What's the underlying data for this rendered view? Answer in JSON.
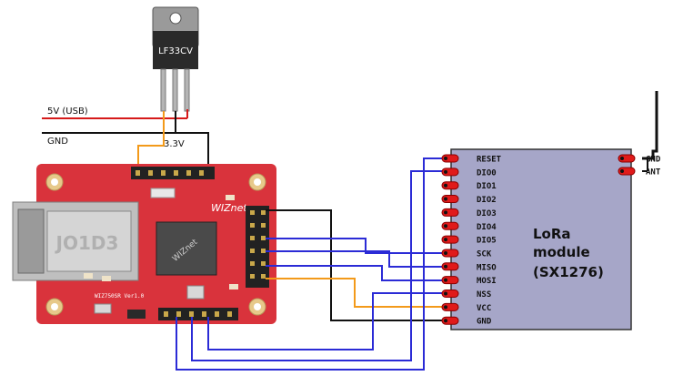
{
  "regulator": {
    "part": "LF33CV"
  },
  "power": {
    "usb_label": "5V (USB)",
    "gnd_label": "GND",
    "out_label": "3.3V"
  },
  "board": {
    "name": "WIZ750SR Ver1.0",
    "brand": "WIZnet",
    "jack_text": "JO1D3"
  },
  "lora": {
    "title_line1": "LoRa",
    "title_line2": "module",
    "title_line3": "(SX1276)",
    "pins_left": [
      "RESET",
      "DIO0",
      "DIO1",
      "DIO2",
      "DIO3",
      "DIO4",
      "DIO5",
      "SCK",
      "MISO",
      "MOSI",
      "NSS",
      "VCC",
      "GND"
    ],
    "pins_right": [
      "GND",
      "ANT"
    ]
  },
  "colors": {
    "wire_blue": "#2b2bd6",
    "wire_black": "#111111",
    "wire_orange": "#f39a1a",
    "wire_red": "#d61a1a",
    "board_red": "#d9333c",
    "module_fill": "#a6a6c8"
  }
}
